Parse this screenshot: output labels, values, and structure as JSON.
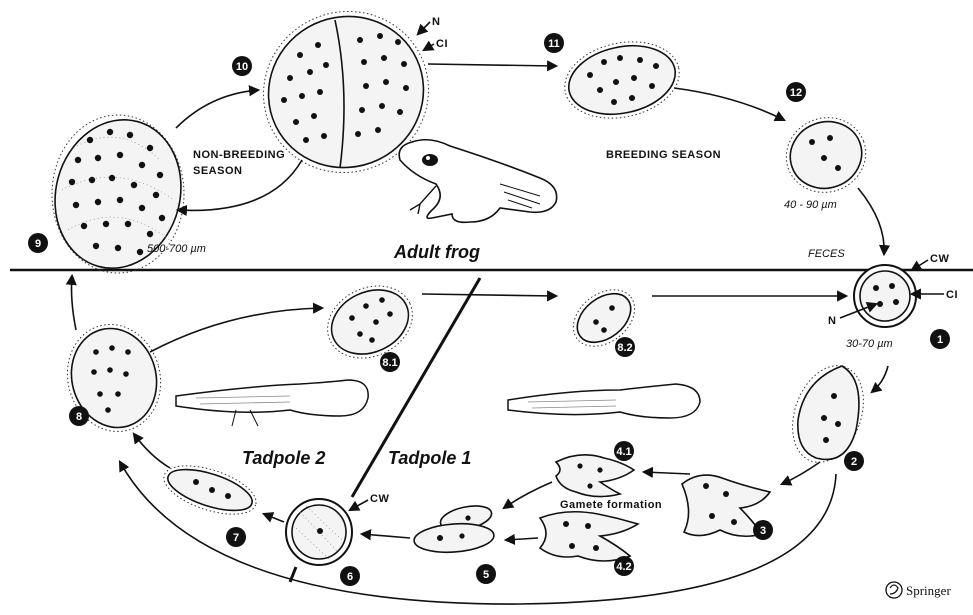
{
  "stages": {
    "s1": "1",
    "s2": "2",
    "s3": "3",
    "s41": "4.1",
    "s42": "4.2",
    "s5": "5",
    "s6": "6",
    "s7": "7",
    "s8": "8",
    "s81": "8.1",
    "s82": "8.2",
    "s9": "9",
    "s10": "10",
    "s11": "11",
    "s12": "12"
  },
  "labels": {
    "non_breeding_1": "NON-BREEDING",
    "non_breeding_2": "SEASON",
    "breeding": "BREEDING  SEASON",
    "adult_frog": "Adult frog",
    "tadpole2": "Tadpole 2",
    "tadpole1": "Tadpole 1",
    "gamete_formation": "Gamete formation",
    "feces": "FECES",
    "size_9": "500-700 µm",
    "size_12": "40 - 90 µm",
    "size_1": "30-70 µm",
    "n_top": "N",
    "ci_top": "CI",
    "cw_feces": "CW",
    "ci_feces": "CI",
    "n_feces": "N",
    "cw_6": "CW",
    "publisher": "Springer"
  }
}
